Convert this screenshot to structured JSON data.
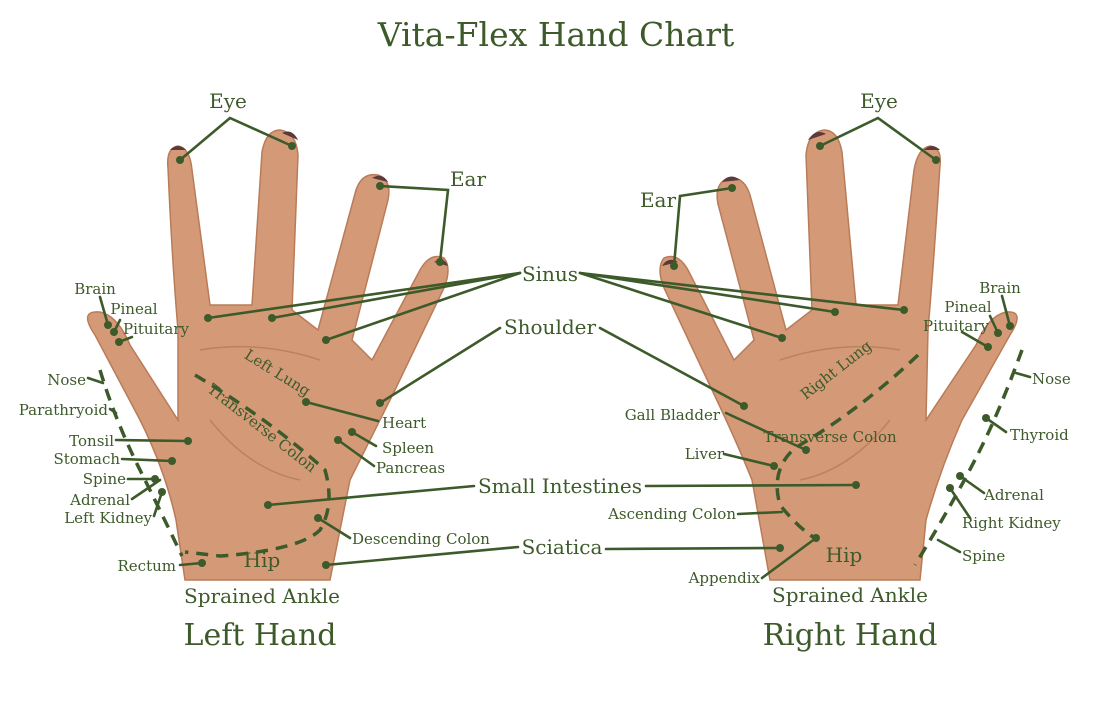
{
  "title": "Vita-Flex Hand Chart",
  "colors": {
    "ink": "#3d5a2a",
    "skin": "#d49a78",
    "background": "#ffffff"
  },
  "left_hand": {
    "caption": "Left Hand",
    "labels": {
      "eye": "Eye",
      "ear": "Ear",
      "brain": "Brain",
      "pineal": "Pineal",
      "pituitary": "Pituitary",
      "nose": "Nose",
      "parathyroid": "Parathryoid",
      "tonsil": "Tonsil",
      "stomach": "Stomach",
      "spine": "Spine",
      "adrenal": "Adrenal",
      "left_kidney": "Left Kidney",
      "rectum": "Rectum",
      "left_lung": "Left Lung",
      "transverse_colon": "Transverse Colon",
      "heart": "Heart",
      "spleen": "Spleen",
      "pancreas": "Pancreas",
      "descending_colon": "Descending Colon",
      "hip": "Hip",
      "sprained_ankle": "Sprained Ankle"
    }
  },
  "right_hand": {
    "caption": "Right Hand",
    "labels": {
      "eye": "Eye",
      "ear": "Ear",
      "brain": "Brain",
      "pineal": "Pineal",
      "pituitary": "Pituitary",
      "nose": "Nose",
      "thyroid": "Thyroid",
      "adrenal": "Adrenal",
      "right_kidney": "Right Kidney",
      "spine": "Spine",
      "right_lung": "Right Lung",
      "gall_bladder": "Gall Bladder",
      "transverse_colon": "Transverse Colon",
      "liver": "Liver",
      "ascending_colon": "Ascending Colon",
      "appendix": "Appendix",
      "hip": "Hip",
      "sprained_ankle": "Sprained Ankle"
    }
  },
  "center_labels": {
    "sinus": "Sinus",
    "shoulder": "Shoulder",
    "small_intestines": "Small Intestines",
    "sciatica": "Sciatica"
  }
}
